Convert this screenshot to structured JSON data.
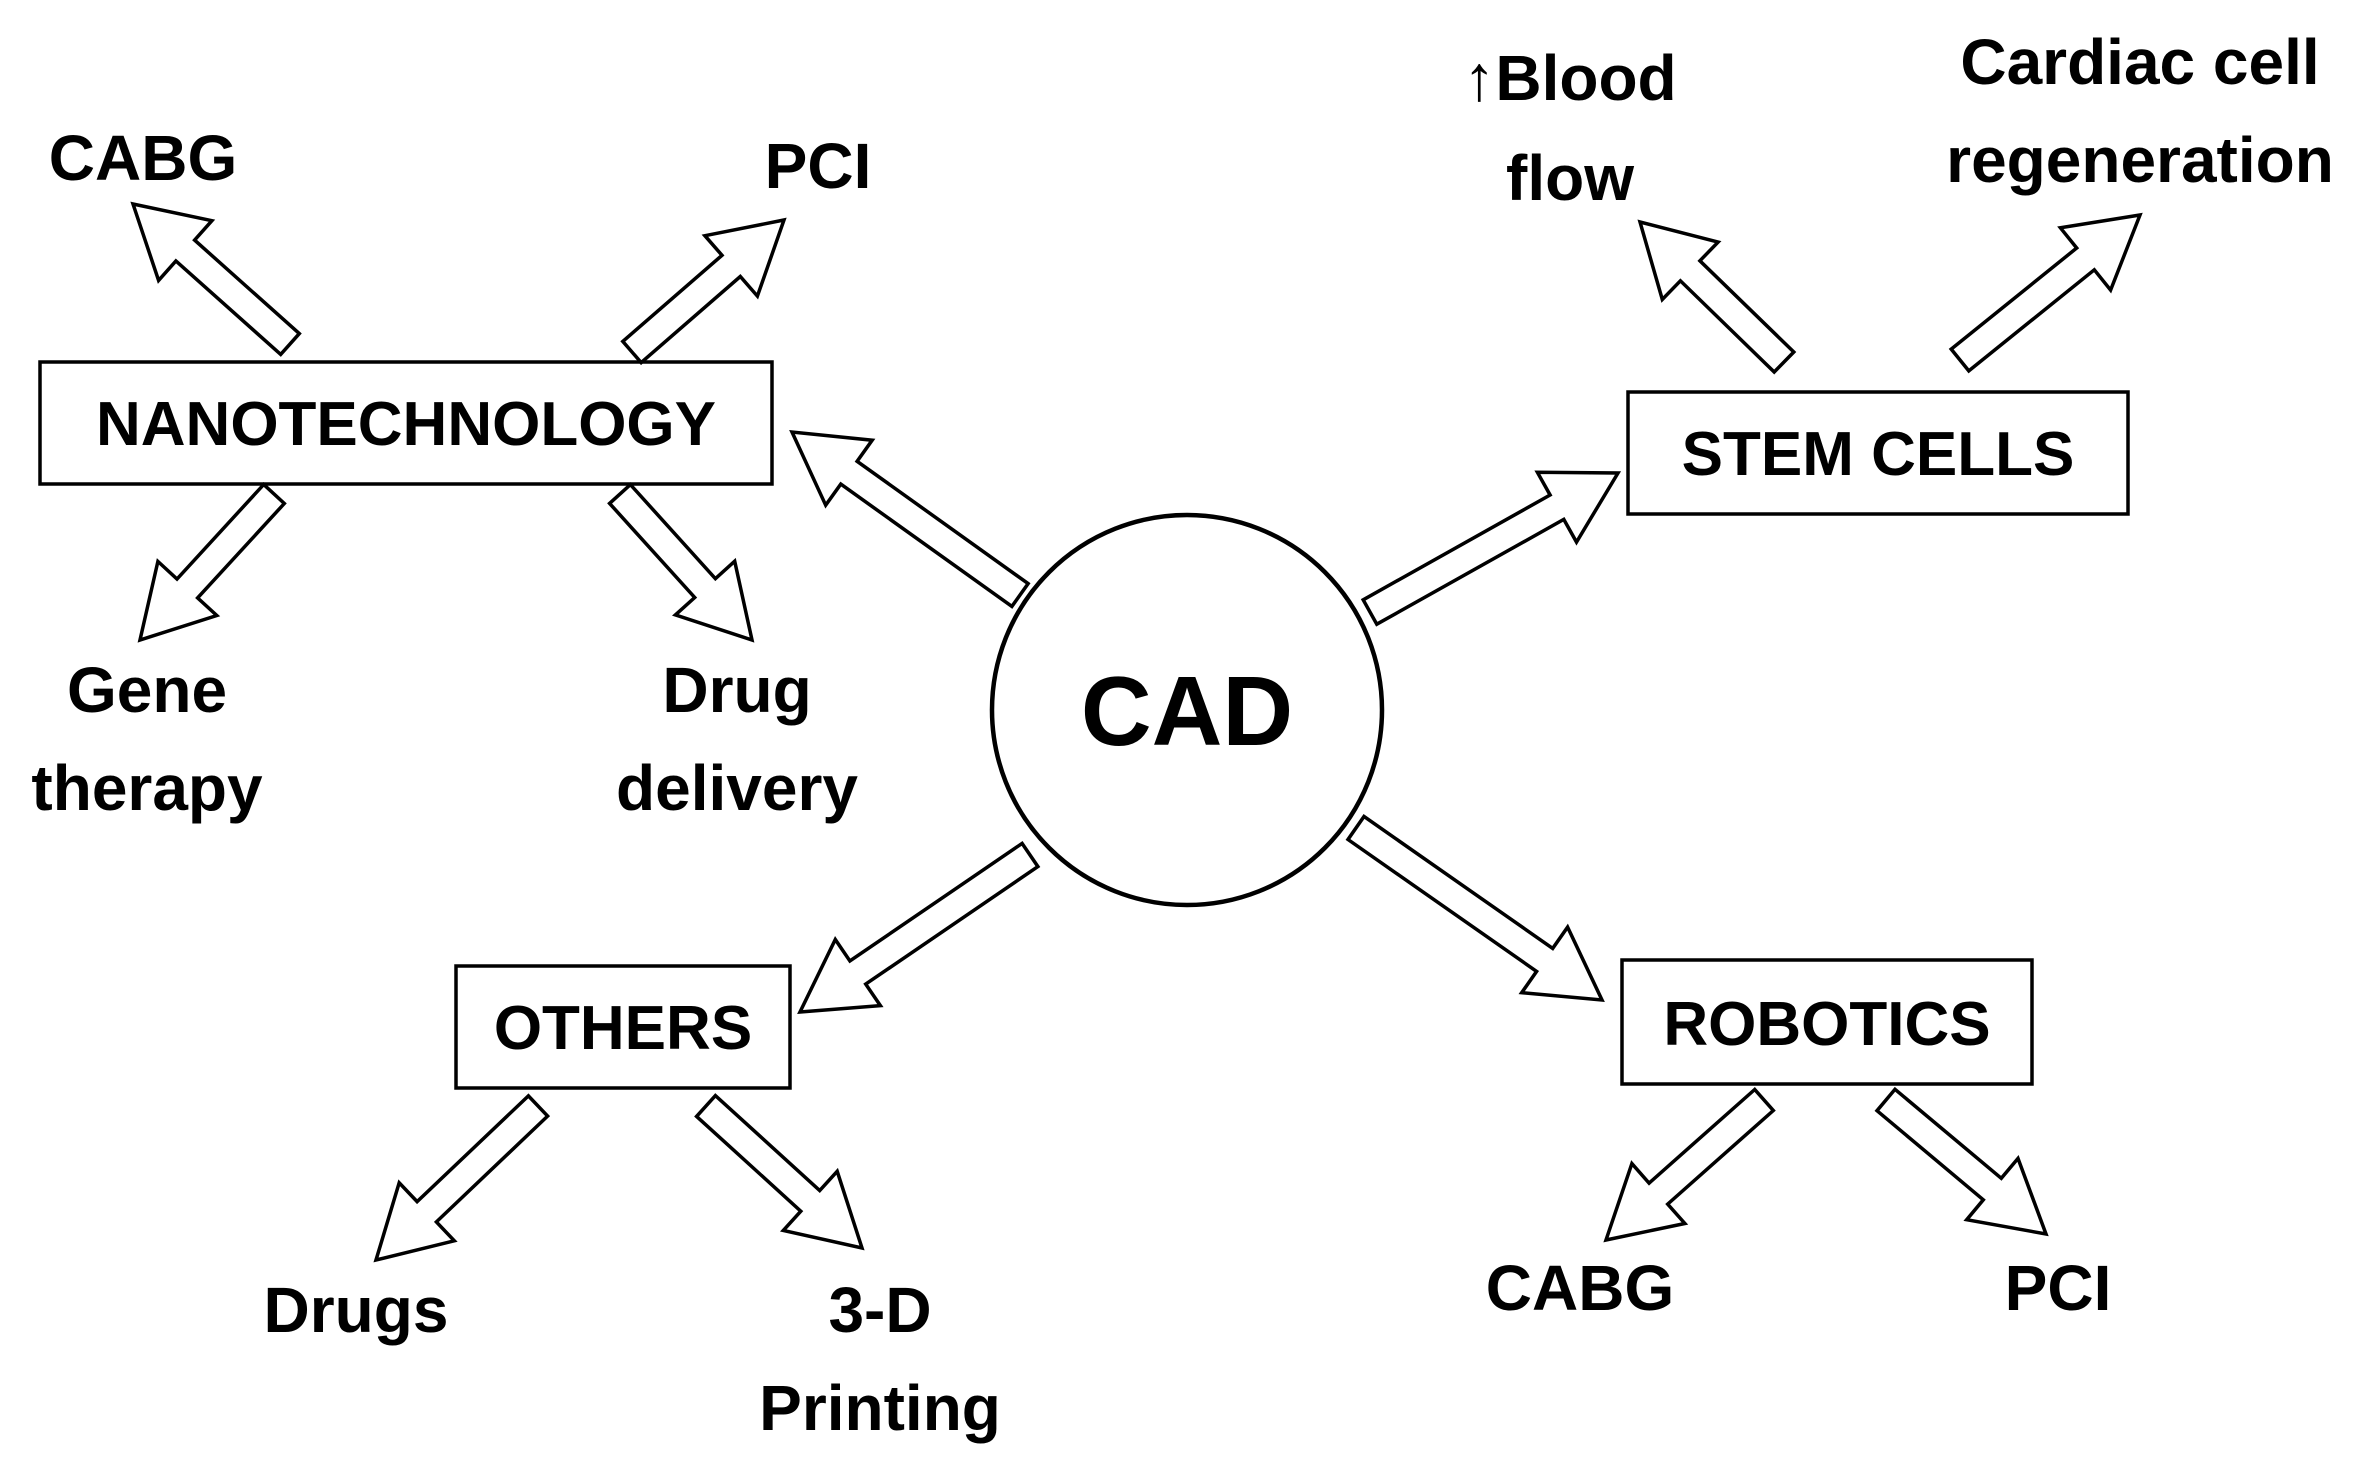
{
  "center": {
    "label": "CAD"
  },
  "boxes": {
    "nanotechnology": "NANOTECHNOLOGY",
    "stem_cells": "STEM CELLS",
    "others": "OTHERS",
    "robotics": "ROBOTICS"
  },
  "leaves": {
    "nano_cabg": "CABG",
    "nano_pci": "PCI",
    "nano_gene_1": "Gene",
    "nano_gene_2": "therapy",
    "nano_drug_1": "Drug",
    "nano_drug_2": "delivery",
    "stem_blood_1": "↑Blood",
    "stem_blood_2": "flow",
    "stem_cardiac_1": "Cardiac cell",
    "stem_cardiac_2": "regeneration",
    "others_drugs": "Drugs",
    "others_3d_1": "3-D",
    "others_3d_2": "Printing",
    "robotics_cabg": "CABG",
    "robotics_pci": "PCI"
  }
}
